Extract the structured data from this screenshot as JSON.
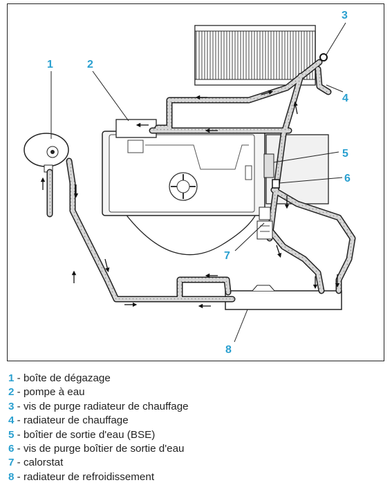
{
  "diagram": {
    "callouts": [
      {
        "num": "1"
      },
      {
        "num": "2"
      },
      {
        "num": "3"
      },
      {
        "num": "4"
      },
      {
        "num": "5"
      },
      {
        "num": "6"
      },
      {
        "num": "7"
      },
      {
        "num": "8"
      }
    ]
  },
  "legend": {
    "items": [
      {
        "num": "1",
        "text": " - boîte de dégazage"
      },
      {
        "num": "2",
        "text": " - pompe à eau"
      },
      {
        "num": "3",
        "text": " - vis de purge radiateur de chauffage"
      },
      {
        "num": "4",
        "text": " - radiateur de chauffage"
      },
      {
        "num": "5",
        "text": " - boîtier de sortie d'eau (BSE)"
      },
      {
        "num": "6",
        "text": " - vis de purge boîtier de sortie d'eau"
      },
      {
        "num": "7",
        "text": " - calorstat"
      },
      {
        "num": "8",
        "text": " - radiateur de refroidissement"
      }
    ]
  },
  "colors": {
    "accent": "#2aa0d0",
    "line": "#222222",
    "hose_fill": "#cfcfcf"
  }
}
